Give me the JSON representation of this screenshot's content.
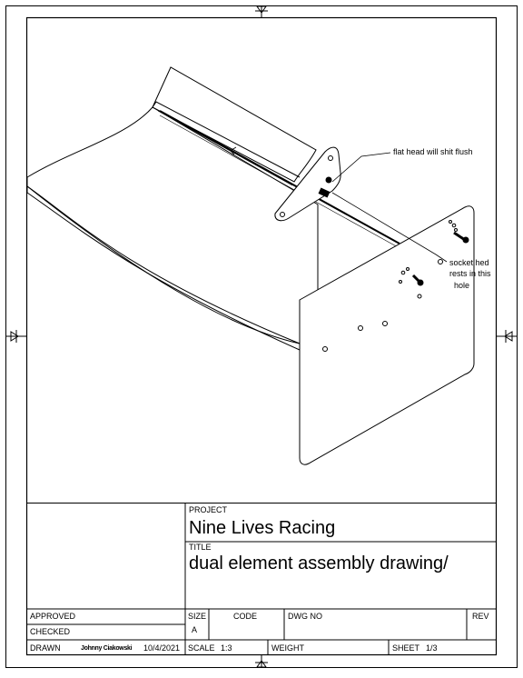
{
  "annotations": {
    "flat_head": "flat head will shit flush",
    "socket_line1": "socket hed",
    "socket_line2": "rests in this",
    "socket_line3": "hole"
  },
  "title_block": {
    "project_label": "PROJECT",
    "project_value": "Nine Lives Racing",
    "title_label": "TITLE",
    "title_value": "dual element assembly drawing/",
    "approved_label": "APPROVED",
    "checked_label": "CHECKED",
    "drawn_label": "DRAWN",
    "drawn_by": "Johnny Ciakowski",
    "drawn_date": "10/4/2021",
    "size_label": "SIZE",
    "size_value": "A",
    "code_label": "CODE",
    "dwg_label": "DWG NO",
    "rev_label": "REV",
    "scale_label": "SCALE",
    "scale_value": "1:3",
    "weight_label": "WEIGHT",
    "sheet_label": "SHEET",
    "sheet_value": "1/3"
  }
}
